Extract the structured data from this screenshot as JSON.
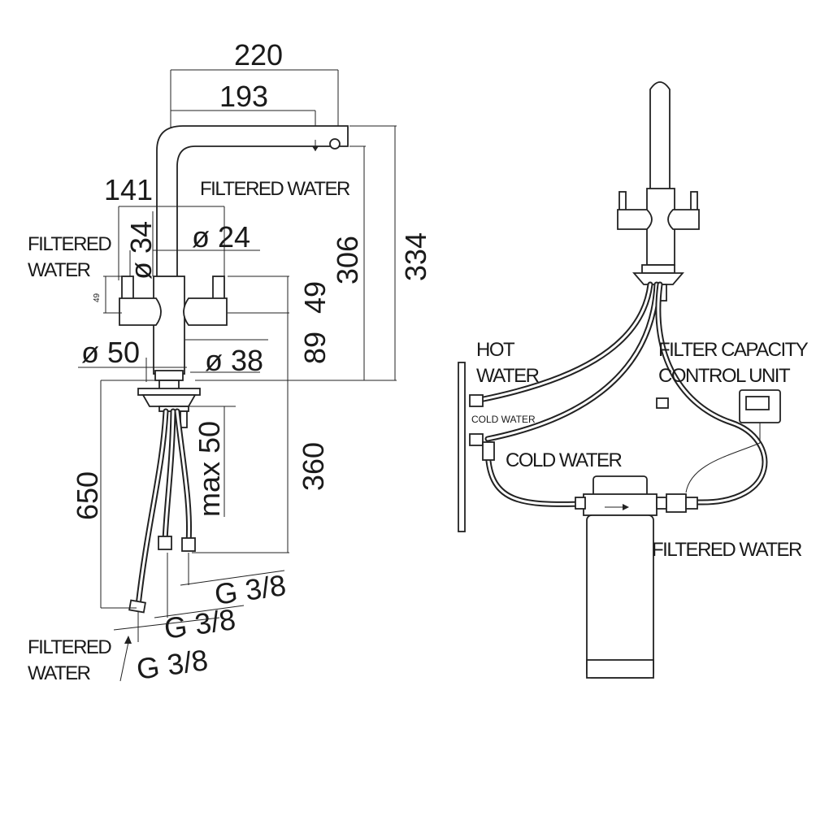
{
  "dimensions": {
    "d220": "220",
    "d193": "193",
    "d141": "141",
    "d34": "ø 34",
    "d24": "ø 24",
    "d306": "306",
    "d334": "334",
    "d49_small": "49",
    "d49": "49",
    "d89": "89",
    "d50": "ø 50",
    "d38": "ø 38",
    "d360": "360",
    "dmax50": "max 50",
    "d650": "650",
    "g1": "G 3/8",
    "g2": "G 3/8",
    "g3": "G 3/8"
  },
  "labels": {
    "filtered_water_spout": "FILTERED WATER",
    "filtered_water_left_1": "FILTERED",
    "filtered_water_left_2": "WATER",
    "filtered_water_bottom_1": "FILTERED",
    "filtered_water_bottom_2": "WATER",
    "hot_water_1": "HOT",
    "hot_water_2": "WATER",
    "cold_water_small": "COLD WATER",
    "cold_water": "COLD WATER",
    "filter_capacity_1": "FILTER CAPACITY",
    "filter_capacity_2": "CONTROL UNIT",
    "filtered_water_right": "FILTERED WATER"
  }
}
